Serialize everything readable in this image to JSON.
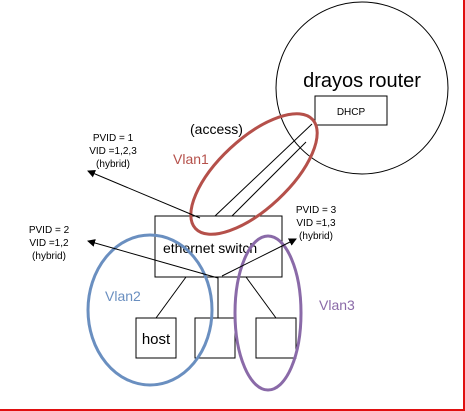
{
  "router": {
    "label": "drayos router",
    "dhcp_label": "DHCP"
  },
  "access_label": "(access)",
  "switch": {
    "label": "ethernet switch",
    "host_label": "host"
  },
  "vlans": [
    {
      "name": "Vlan1",
      "color": "#b5504a"
    },
    {
      "name": "Vlan2",
      "color": "#6a8fc0"
    },
    {
      "name": "Vlan3",
      "color": "#8a6aa8"
    }
  ],
  "port_configs": [
    {
      "pvid": "PVID = 1",
      "vid": "VID =1,2,3",
      "mode": "(hybrid)"
    },
    {
      "pvid": "PVID = 2",
      "vid": "VID =1,2",
      "mode": "(hybrid)"
    },
    {
      "pvid": "PVID = 3",
      "vid": "VID =1,3",
      "mode": "(hybrid)"
    }
  ],
  "colors": {
    "line": "#000000",
    "border": "#e01010",
    "background": "#ffffff"
  }
}
